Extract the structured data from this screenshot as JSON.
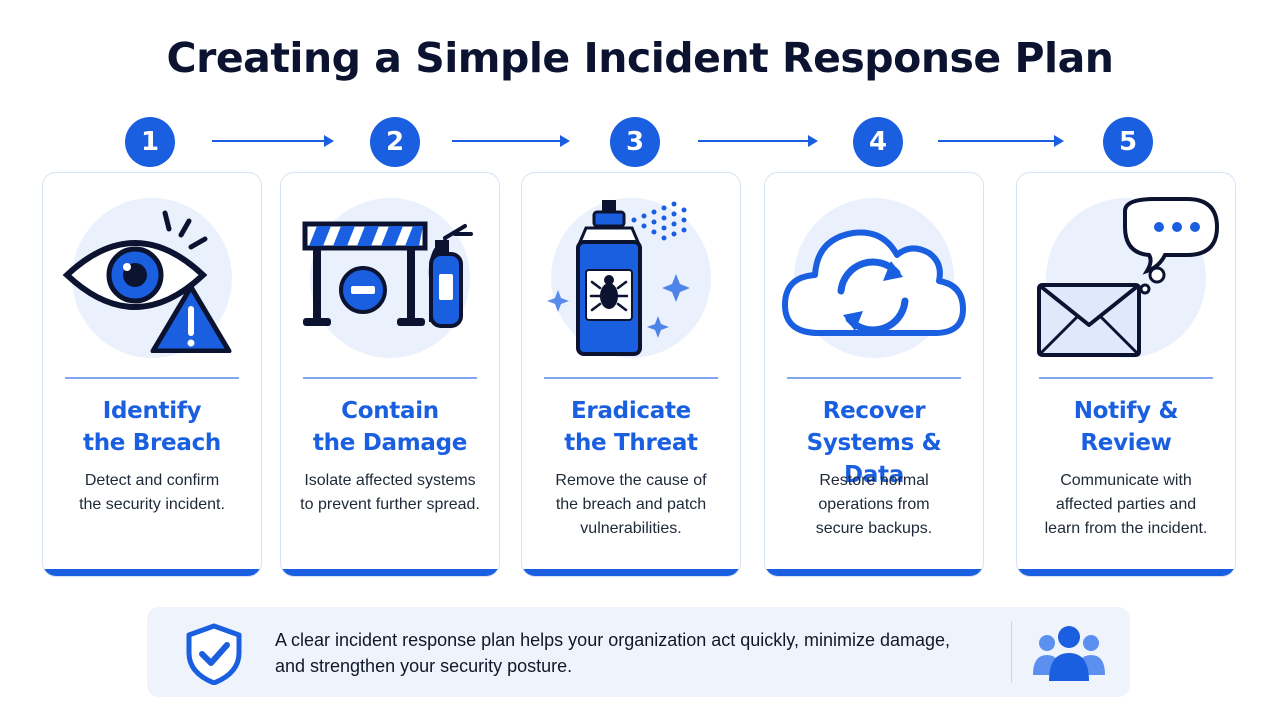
{
  "title": "Creating a Simple Incident Response Plan",
  "steps": [
    {
      "number": "1",
      "title_line1": "Identify",
      "title_line2": "the Breach",
      "desc_line1": "Detect and confirm",
      "desc_line2": "the security incident.",
      "desc_line3": "",
      "icon": "eye-alert-icon"
    },
    {
      "number": "2",
      "title_line1": "Contain",
      "title_line2": "the Damage",
      "desc_line1": "Isolate affected systems",
      "desc_line2": "to prevent further spread.",
      "desc_line3": "",
      "icon": "barrier-extinguisher-icon"
    },
    {
      "number": "3",
      "title_line1": "Eradicate",
      "title_line2": "the Threat",
      "desc_line1": "Remove the cause of",
      "desc_line2": "the breach and patch",
      "desc_line3": "vulnerabilities.",
      "icon": "bug-spray-icon"
    },
    {
      "number": "4",
      "title_line1": "Recover",
      "title_line2": "Systems & Data",
      "desc_line1": "Restore normal",
      "desc_line2": "operations from",
      "desc_line3": "secure backups.",
      "icon": "cloud-sync-icon"
    },
    {
      "number": "5",
      "title_line1": "Notify &",
      "title_line2": "Review",
      "desc_line1": "Communicate with",
      "desc_line2": "affected parties and",
      "desc_line3": "learn from the incident.",
      "icon": "envelope-chat-icon"
    }
  ],
  "footer": {
    "line1": "A clear incident response plan helps your organization act quickly, minimize damage,",
    "line2": "and strengthen your security posture.",
    "left_icon": "shield-check-icon",
    "right_icon": "team-icon"
  },
  "colors": {
    "accent": "#1a5fe0",
    "title": "#0b1330",
    "card_border": "#d7e2f3",
    "icon_bg": "#eaf1fd",
    "footer_bg": "#eef3fc"
  }
}
